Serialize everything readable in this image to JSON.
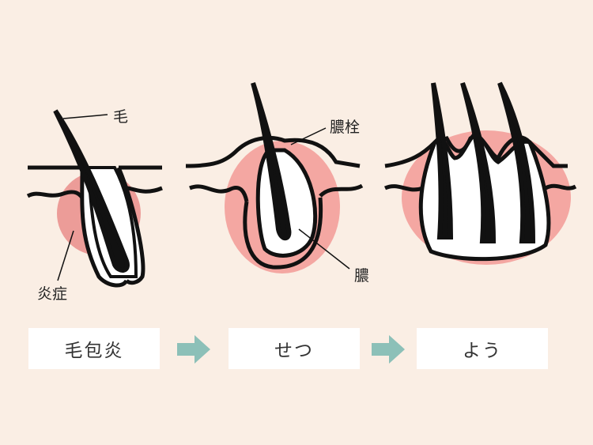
{
  "labels": {
    "hair": "毛",
    "pus_plug": "膿栓",
    "pus": "膿",
    "inflammation": "炎症"
  },
  "stages": [
    {
      "label": "毛包炎"
    },
    {
      "label": "せつ"
    },
    {
      "label": "よう"
    }
  ],
  "colors": {
    "background": "#FAEEE4",
    "inflammation": "#F4A7A2",
    "inflammation_dark": "#E8908E",
    "arrow": "#8CC0B8",
    "line": "#111111"
  }
}
